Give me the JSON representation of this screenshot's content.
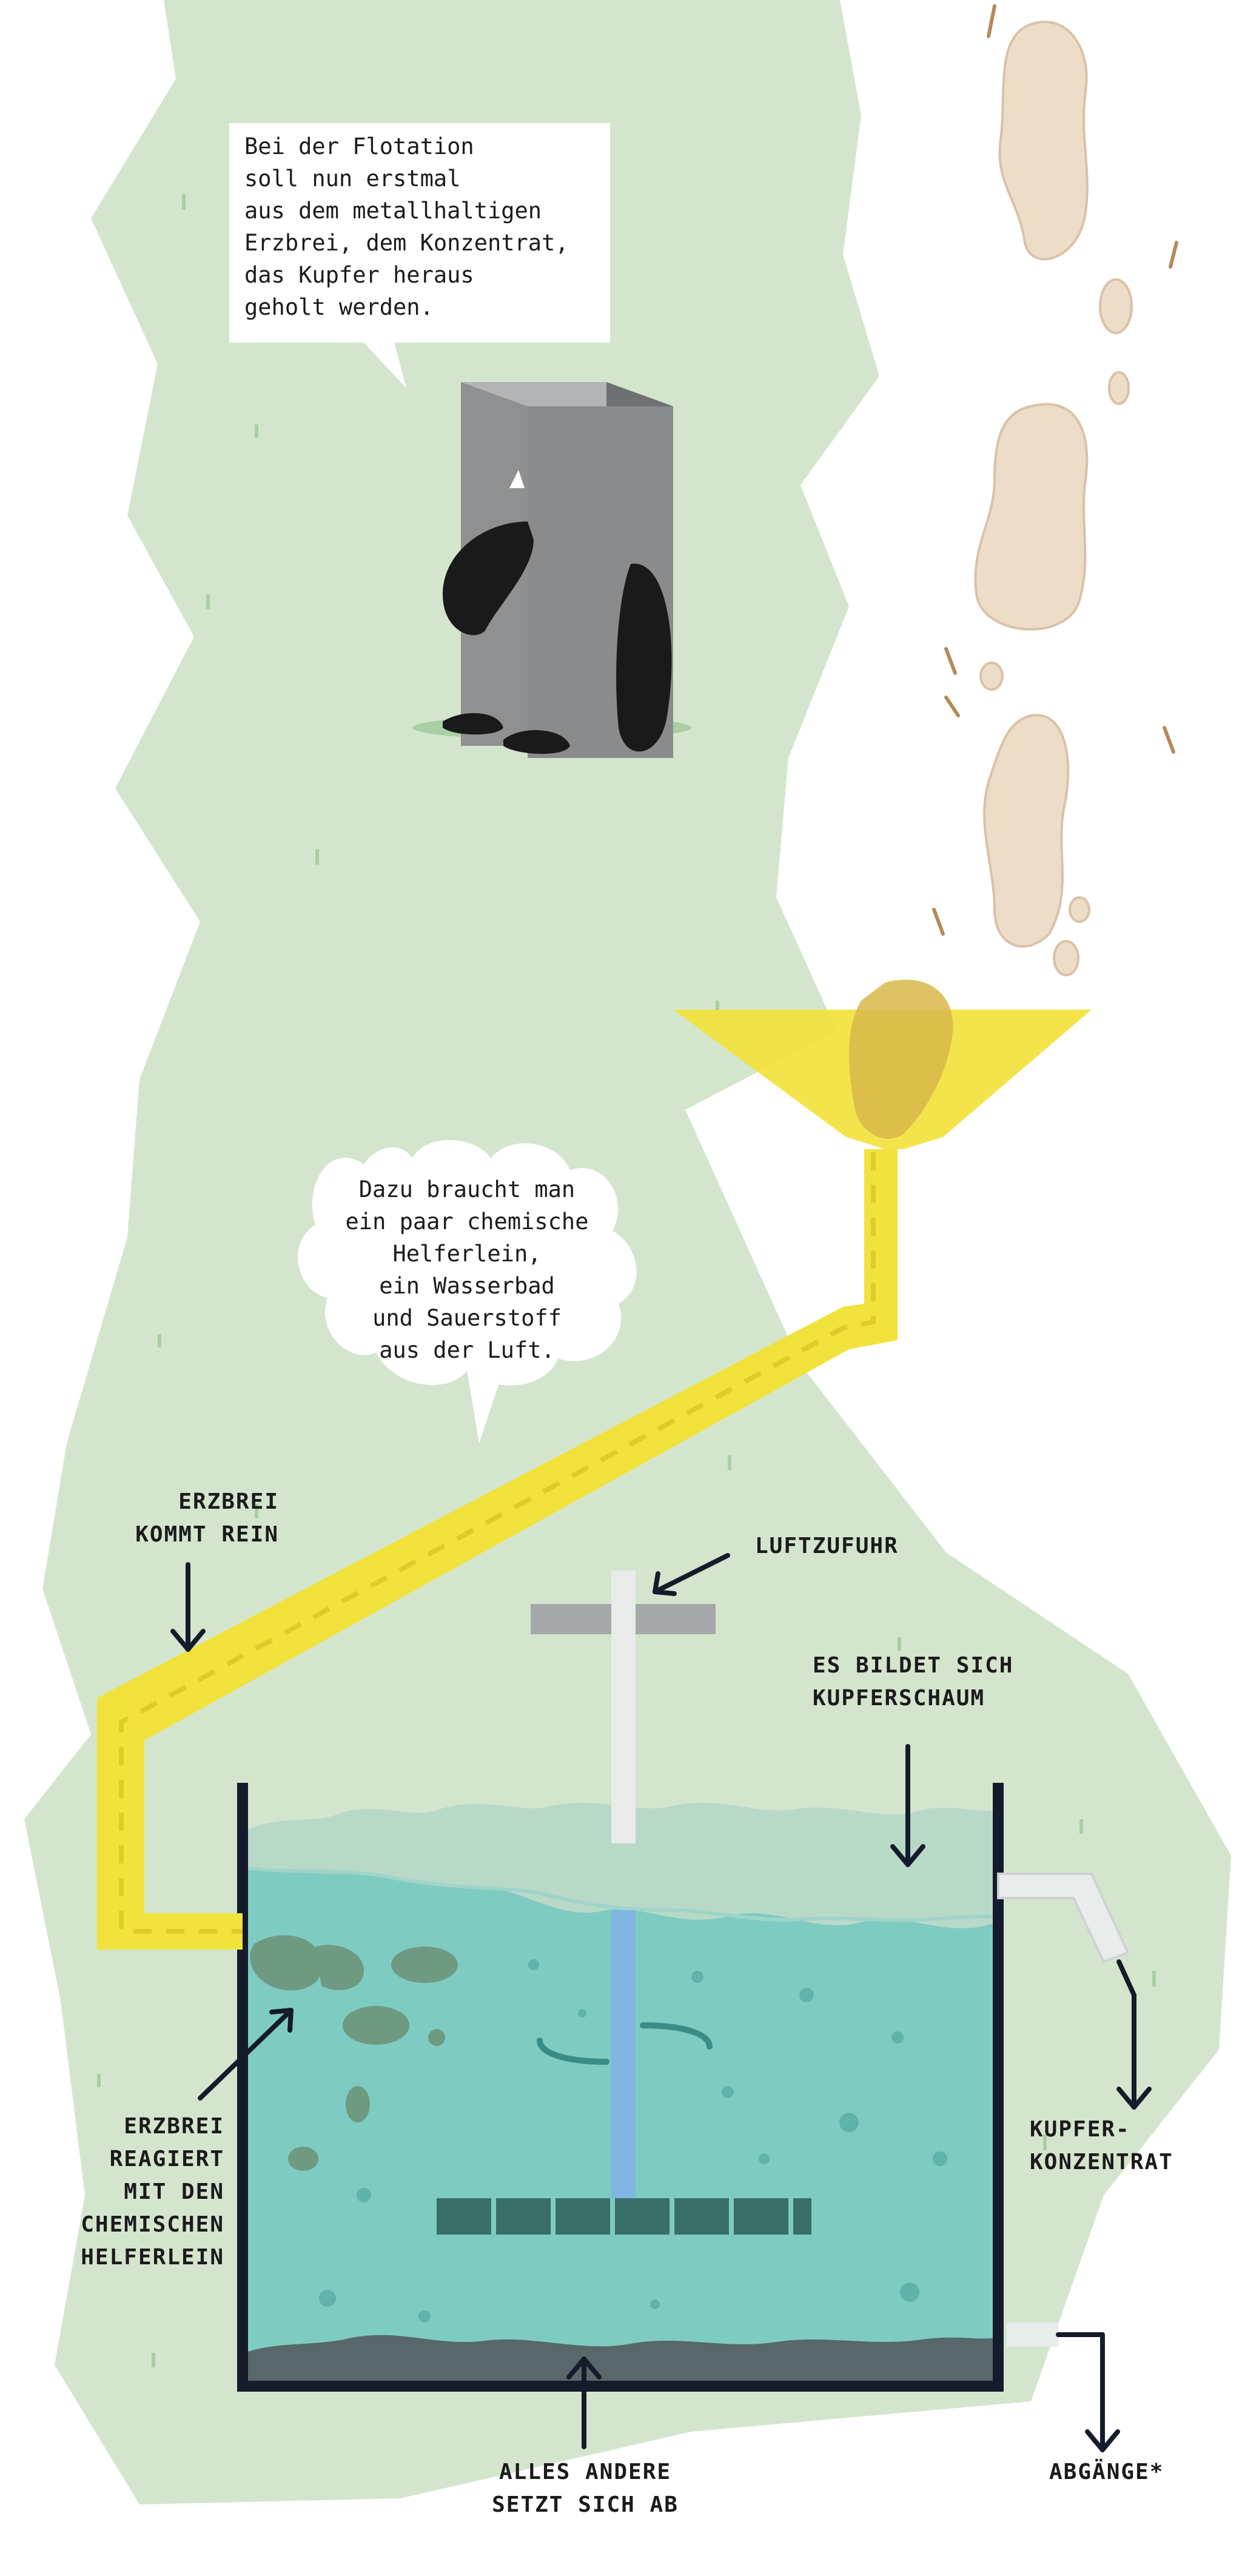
{
  "speech": {
    "bubble1": "Bei der Flotation\nsoll nun erstmal\naus dem metallhaltigen\nErzbrei, dem Konzentrat,\ndas Kupfer heraus\ngeholt werden.",
    "bubble2": "Dazu braucht man\nein paar chemische\nHelferlein,\nein Wasserbad\nund Sauerstoff\naus der Luft."
  },
  "labels": {
    "erzbrei_kommt_rein": "ERZBREI\nKOMMT REIN",
    "luftzufuhr": "LUFTZUFUHR",
    "kupferschaum": "ES BILDET SICH\nKUPFERSCHAUM",
    "kupfer_konzentrat": "KUPFER-\nKONZENTRAT",
    "erzbrei_reagiert": "ERZBREI\nREAGIERT\nMIT DEN\nCHEMISCHEN\nHELFERLEIN",
    "alles_andere": "ALLES ANDERE\nSETZT SICH AB",
    "abgaenge": "ABGÄNGE*"
  },
  "colors": {
    "background_green": "#d3e6cd",
    "funnel_yellow": "#f2e23c",
    "water": "#7ecbc1",
    "foam": "#b9d9c8",
    "tank_outline": "#141b2b",
    "ore_blob": "#ecdcc8",
    "rock": "#8d8e8f"
  },
  "icons": [
    "rock-character",
    "ore-blob",
    "funnel",
    "pipe",
    "stirrer",
    "arrow"
  ]
}
